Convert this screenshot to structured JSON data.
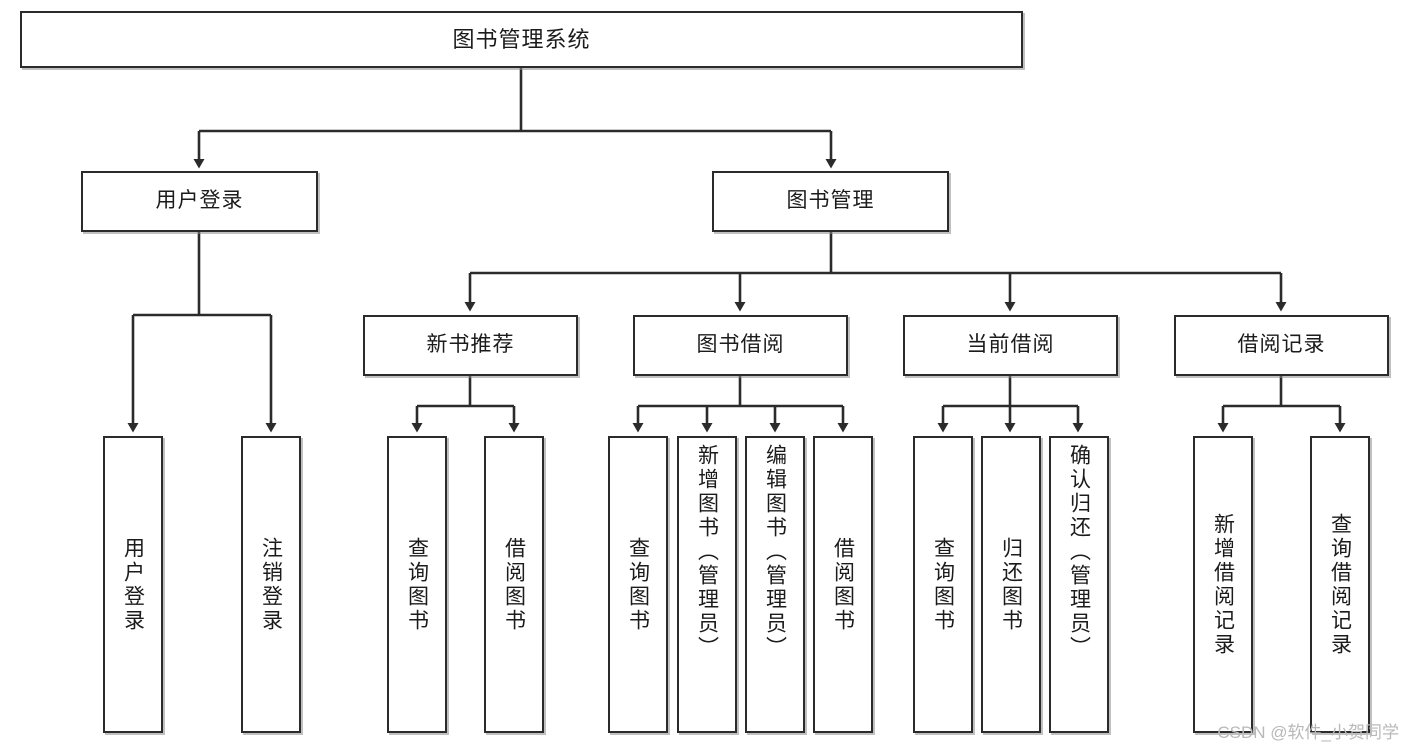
{
  "diagram": {
    "type": "tree-hierarchy",
    "title": "图书管理系统",
    "orientation": "top-down",
    "colors": {
      "box_border": "#2b2b2b",
      "box_fill": "#ffffff",
      "connector": "#2b2b2b",
      "text": "#1b1b1b",
      "watermark": "#b9b9b9"
    }
  },
  "nodes": {
    "root": {
      "label": "图书管理系统",
      "level": 1
    },
    "level2": [
      {
        "id": "user-login",
        "label": "用户登录"
      },
      {
        "id": "book-management",
        "label": "图书管理"
      }
    ],
    "level3": [
      {
        "id": "new-book-recommend",
        "label": "新书推荐"
      },
      {
        "id": "book-borrow",
        "label": "图书借阅"
      },
      {
        "id": "current-borrow",
        "label": "当前借阅"
      },
      {
        "id": "borrow-record",
        "label": "借阅记录"
      }
    ],
    "leaves": {
      "user-login": [
        {
          "id": "leaf-user-login",
          "label": "用户登录"
        },
        {
          "id": "leaf-logout-login",
          "label": "注销登录"
        }
      ],
      "new-book-recommend": [
        {
          "id": "leaf-query-book-1",
          "label": "查询图书"
        },
        {
          "id": "leaf-borrow-book-1",
          "label": "借阅图书"
        }
      ],
      "book-borrow": [
        {
          "id": "leaf-query-book-2",
          "label": "查询图书"
        },
        {
          "id": "leaf-add-book",
          "label": "新增图书（管理员）"
        },
        {
          "id": "leaf-edit-book",
          "label": "编辑图书（管理员）"
        },
        {
          "id": "leaf-borrow-book-2",
          "label": "借阅图书"
        }
      ],
      "current-borrow": [
        {
          "id": "leaf-query-book-3",
          "label": "查询图书"
        },
        {
          "id": "leaf-return-book",
          "label": "归还图书"
        },
        {
          "id": "leaf-confirm-return",
          "label": "确认归还（管理员）"
        }
      ],
      "borrow-record": [
        {
          "id": "leaf-add-record",
          "label": "新增借阅记录"
        },
        {
          "id": "leaf-query-record",
          "label": "查询借阅记录"
        }
      ]
    }
  },
  "watermark": {
    "text": "CSDN @软件_小贺同学"
  }
}
